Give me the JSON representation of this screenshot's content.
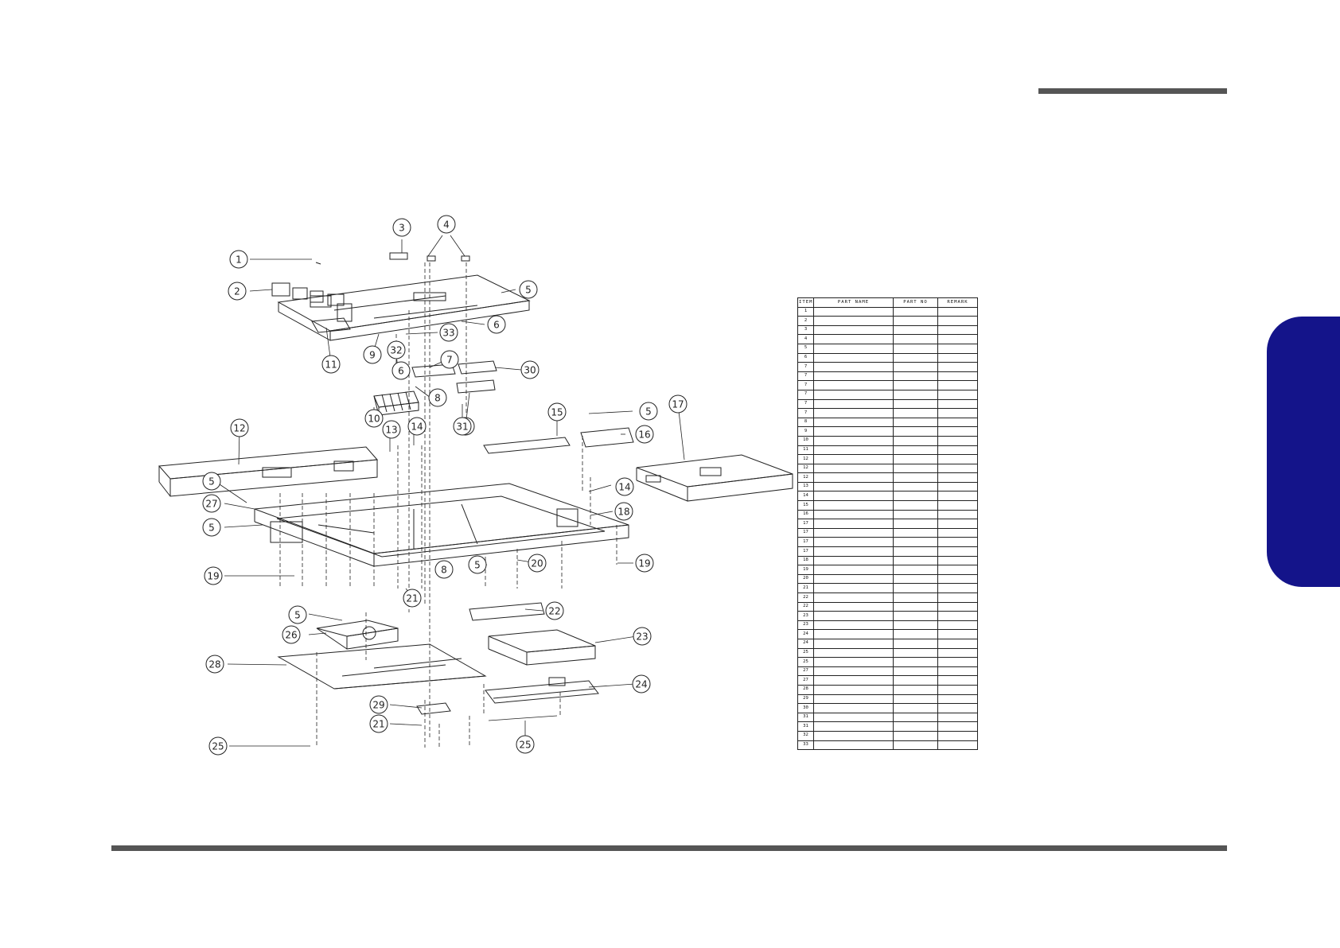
{
  "colors": {
    "tab": "#14148a",
    "rule": "#555555",
    "line": "#222222"
  },
  "callouts": [
    "1",
    "2",
    "3",
    "4",
    "5",
    "6",
    "7",
    "8",
    "9",
    "10",
    "11",
    "12",
    "13",
    "14",
    "15",
    "16",
    "17",
    "18",
    "19",
    "20",
    "21",
    "22",
    "23",
    "24",
    "25",
    "26",
    "27",
    "28",
    "29",
    "30",
    "31",
    "32",
    "33"
  ],
  "table": {
    "headers": [
      "ITEM",
      "PART NAME",
      "PART NO",
      "REMARK"
    ],
    "rows": [
      [
        "1",
        "",
        "",
        ""
      ],
      [
        "2",
        "",
        "",
        ""
      ],
      [
        "3",
        "",
        "",
        ""
      ],
      [
        "4",
        "",
        "",
        ""
      ],
      [
        "5",
        "",
        "",
        ""
      ],
      [
        "6",
        "",
        "",
        ""
      ],
      [
        "7",
        "",
        "",
        ""
      ],
      [
        "7",
        "",
        "",
        ""
      ],
      [
        "7",
        "",
        "",
        ""
      ],
      [
        "7",
        "",
        "",
        ""
      ],
      [
        "7",
        "",
        "",
        ""
      ],
      [
        "7",
        "",
        "",
        ""
      ],
      [
        "8",
        "",
        "",
        ""
      ],
      [
        "9",
        "",
        "",
        ""
      ],
      [
        "10",
        "",
        "",
        ""
      ],
      [
        "11",
        "",
        "",
        ""
      ],
      [
        "12",
        "",
        "",
        ""
      ],
      [
        "12",
        "",
        "",
        ""
      ],
      [
        "12",
        "",
        "",
        ""
      ],
      [
        "13",
        "",
        "",
        ""
      ],
      [
        "14",
        "",
        "",
        ""
      ],
      [
        "15",
        "",
        "",
        ""
      ],
      [
        "16",
        "",
        "",
        ""
      ],
      [
        "17",
        "",
        "",
        ""
      ],
      [
        "17",
        "",
        "",
        ""
      ],
      [
        "17",
        "",
        "",
        ""
      ],
      [
        "17",
        "",
        "",
        ""
      ],
      [
        "18",
        "",
        "",
        ""
      ],
      [
        "19",
        "",
        "",
        ""
      ],
      [
        "20",
        "",
        "",
        ""
      ],
      [
        "21",
        "",
        "",
        ""
      ],
      [
        "22",
        "",
        "",
        ""
      ],
      [
        "22",
        "",
        "",
        ""
      ],
      [
        "23",
        "",
        "",
        ""
      ],
      [
        "23",
        "",
        "",
        ""
      ],
      [
        "24",
        "",
        "",
        ""
      ],
      [
        "24",
        "",
        "",
        ""
      ],
      [
        "25",
        "",
        "",
        ""
      ],
      [
        "25",
        "",
        "",
        ""
      ],
      [
        "27",
        "",
        "",
        ""
      ],
      [
        "27",
        "",
        "",
        ""
      ],
      [
        "28",
        "",
        "",
        ""
      ],
      [
        "29",
        "",
        "",
        ""
      ],
      [
        "30",
        "",
        "",
        ""
      ],
      [
        "31",
        "",
        "",
        ""
      ],
      [
        "31",
        "",
        "",
        ""
      ],
      [
        "32",
        "",
        "",
        ""
      ],
      [
        "33",
        "",
        "",
        ""
      ]
    ]
  }
}
